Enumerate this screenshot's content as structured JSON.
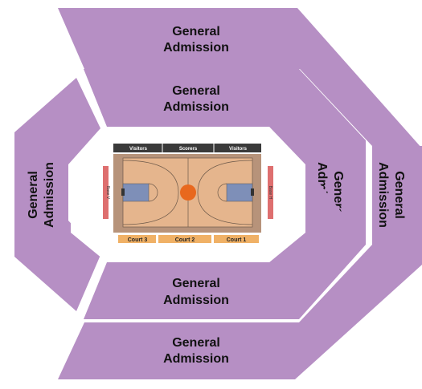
{
  "colors": {
    "section": "#b68fc4",
    "arena_floor": "#ffffff",
    "court_wood": "#e5b58d",
    "court_border": "#b7937a",
    "paint": "#7e8fb8",
    "center_ball": "#e8681e",
    "bench_bar": "#3a3a3a",
    "court_tab": "#f0b166",
    "base_bar": "#de6f6f"
  },
  "sections": {
    "top_outer": {
      "line1": "General",
      "line2": "Admission"
    },
    "top_inner": {
      "line1": "General",
      "line2": "Admission"
    },
    "left": {
      "line1": "General",
      "line2": "Admission"
    },
    "right_inner": {
      "line1": "General",
      "line2": "Admission"
    },
    "right_outer": {
      "line1": "General",
      "line2": "Admission"
    },
    "bottom_inner": {
      "line1": "General",
      "line2": "Admission"
    },
    "bottom_outer": {
      "line1": "General",
      "line2": "Admission"
    }
  },
  "benches": {
    "left": "Visitors",
    "center": "Scorers",
    "right": "Visitors"
  },
  "courts": {
    "court3": "Court 3",
    "court2": "Court 2",
    "court1": "Court 1"
  },
  "bases": {
    "left": "Base V",
    "right": "Base H"
  }
}
